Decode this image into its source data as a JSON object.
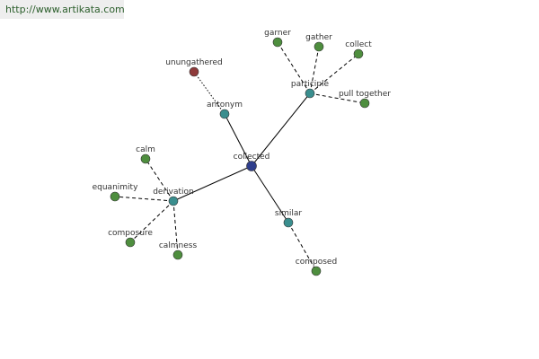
{
  "header": {
    "url": "http://www.artikata.com"
  },
  "colors": {
    "center": "#2e3e8c",
    "hub": "#3a8e8e",
    "leaf": "#4e8e3e",
    "antonym_leaf": "#8e3a3a",
    "edge": "#000000"
  },
  "graph": {
    "center": {
      "id": "collected",
      "label": "collected"
    },
    "hubs": [
      {
        "id": "antonym",
        "label": "antonym",
        "leaves": [
          {
            "id": "unungathered",
            "label": "unungathered",
            "kind": "antonym_leaf"
          }
        ]
      },
      {
        "id": "participle",
        "label": "participle",
        "leaves": [
          {
            "id": "garner",
            "label": "garner",
            "kind": "leaf"
          },
          {
            "id": "gather",
            "label": "gather",
            "kind": "leaf"
          },
          {
            "id": "collect",
            "label": "collect",
            "kind": "leaf"
          },
          {
            "id": "pull-together",
            "label": "pull together",
            "kind": "leaf"
          }
        ]
      },
      {
        "id": "derivation",
        "label": "derivation",
        "leaves": [
          {
            "id": "calm",
            "label": "calm",
            "kind": "leaf"
          },
          {
            "id": "equanimity",
            "label": "equanimity",
            "kind": "leaf"
          },
          {
            "id": "composure",
            "label": "composure",
            "kind": "leaf"
          },
          {
            "id": "calmness",
            "label": "calmness",
            "kind": "leaf"
          }
        ]
      },
      {
        "id": "similar",
        "label": "similar",
        "leaves": [
          {
            "id": "composed",
            "label": "composed",
            "kind": "leaf"
          }
        ]
      }
    ]
  }
}
